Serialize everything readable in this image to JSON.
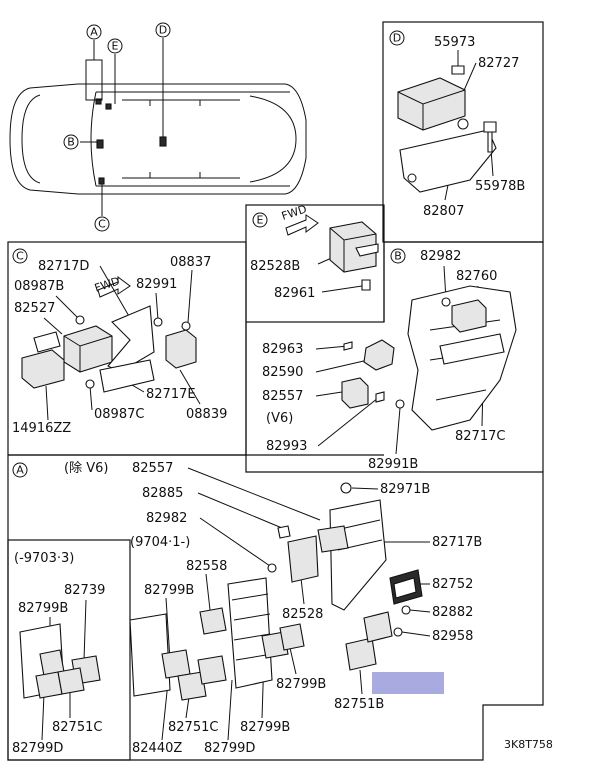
{
  "footer_code": "3K8T758",
  "car": {
    "letters": [
      "A",
      "E",
      "D",
      "B",
      "C"
    ]
  },
  "panel_d": {
    "letter": "D",
    "parts": [
      "55973",
      "82727",
      "55978B",
      "82807"
    ]
  },
  "panel_e": {
    "letter": "E",
    "arrow": "FWD",
    "parts": [
      "82528B",
      "82961"
    ]
  },
  "panel_c": {
    "letter": "C",
    "arrow": "FWD",
    "parts": [
      "82717D",
      "08837",
      "08987B",
      "82991",
      "82527",
      "82717E",
      "08839",
      "14916ZZ",
      "08987C"
    ]
  },
  "panel_b": {
    "letter": "B",
    "parts": [
      "82982",
      "82760",
      "82963",
      "82590",
      "82557",
      "(V6)",
      "82993",
      "82717C",
      "82991B"
    ]
  },
  "panel_a": {
    "letter": "A",
    "note": "(除 V6)",
    "parts": [
      "82557",
      "82885",
      "82971B",
      "82982",
      "82717B",
      "82752",
      "82882",
      "82958",
      "82528",
      "82751B",
      "82558",
      "82799B",
      "82799B",
      "82751C",
      "82799B",
      "82440Z",
      "82799D"
    ],
    "sub_left": {
      "period": "(-9703·3)",
      "parts": [
        "82739",
        "82799B",
        "82751C",
        "82799D"
      ]
    },
    "sub_mid": {
      "period": "(9704·1-)",
      "parts": [
        "82799B"
      ]
    }
  },
  "colors": {
    "line": "#111111",
    "highlight": "#a9aae0"
  }
}
